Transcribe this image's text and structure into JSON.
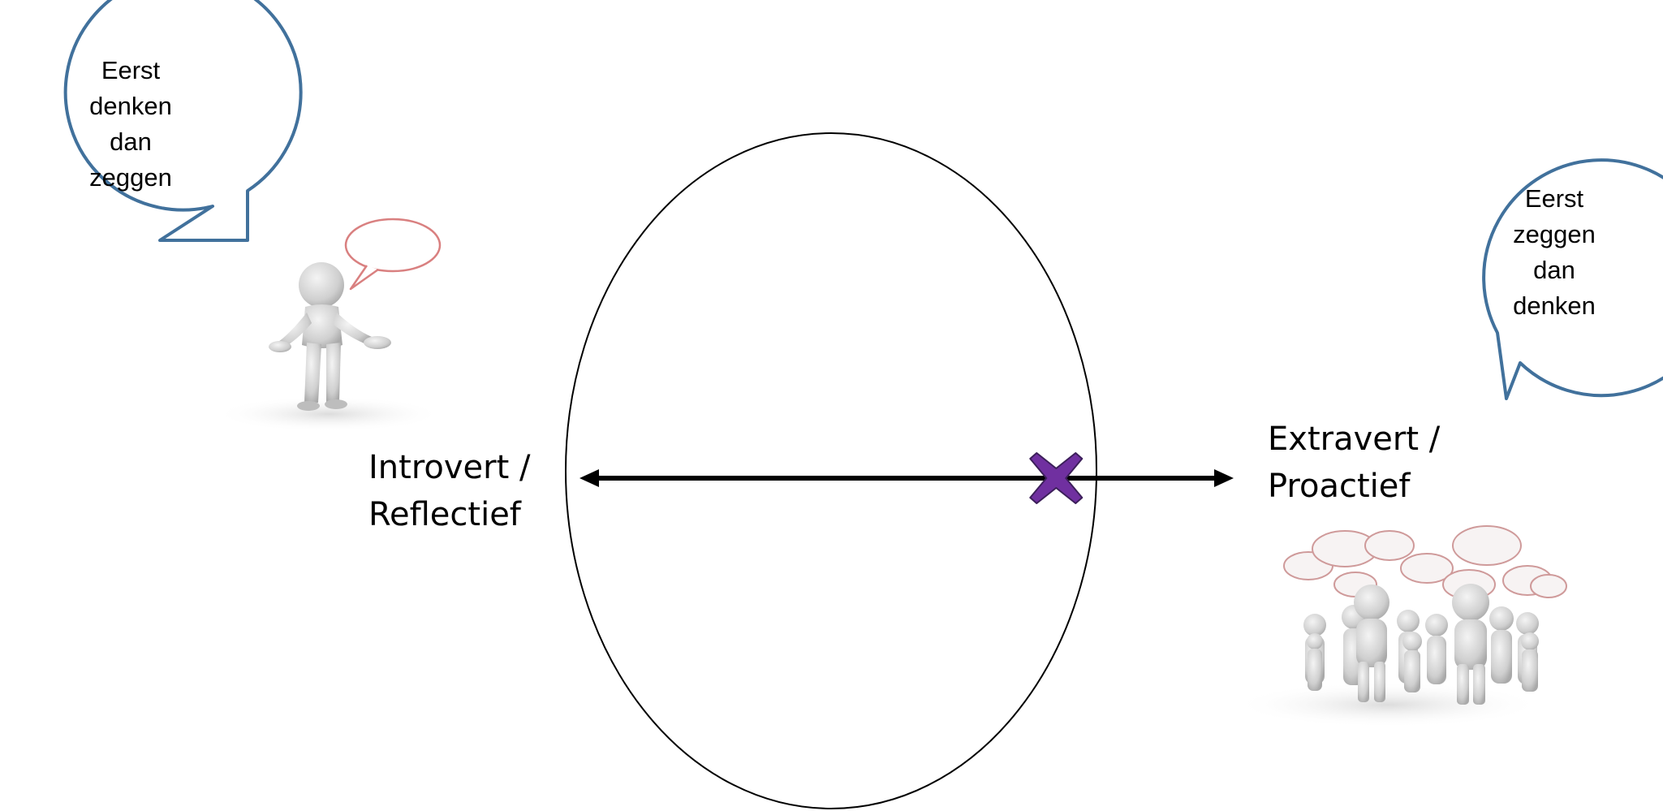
{
  "left_bubble": {
    "lines": [
      "Eerst",
      "denken",
      "dan",
      "zeggen"
    ]
  },
  "right_bubble": {
    "lines": [
      "Eerst",
      "zeggen",
      "dan",
      "denken"
    ]
  },
  "left_label": {
    "lines": [
      "Introvert /",
      "Reflectief"
    ]
  },
  "right_label": {
    "lines": [
      "Extravert /",
      "Proactief"
    ]
  },
  "scale": {
    "marker_position": 0.74
  },
  "colors": {
    "bubble_stroke": "#41719c",
    "marker_fill": "#7030a0",
    "marker_stroke": "#3c1f5a",
    "arrow": "#000000",
    "circle": "#000000",
    "figure": "#d6d6d6",
    "figure_bubble_stroke": "#d98080"
  },
  "icons": [
    "single-person-thinking-icon",
    "group-of-people-talking-icon",
    "speech-bubble-icon",
    "x-marker-icon"
  ]
}
